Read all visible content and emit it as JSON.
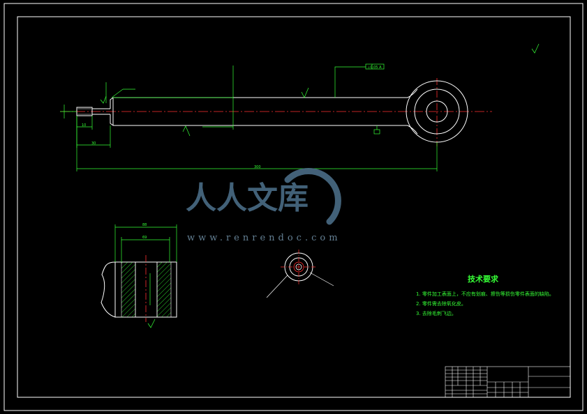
{
  "technical_requirements": {
    "title": "技术要求",
    "items": [
      "1. 零件加工表面上，不应有划痕、擦伤等损伤零件表面的缺陷。",
      "2. 零件需去除氧化皮。",
      "3. 去除毛刺飞边。"
    ]
  },
  "watermark": {
    "brand": "人人文库",
    "url": "www.renrendoc.com"
  },
  "colors": {
    "background": "#000000",
    "outline": "#ffffff",
    "dimension": "#36ff36",
    "centerline": "#ff3030",
    "hatch": "#36ff36",
    "watermark": "#4a6c86"
  },
  "icons": {
    "surface_finish": "roughness-symbol",
    "datum": "datum-triangle",
    "tolerance_frame": "feature-control-frame"
  }
}
